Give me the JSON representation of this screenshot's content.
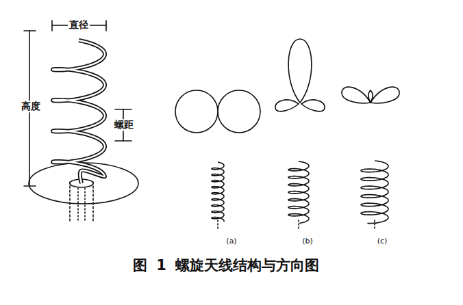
{
  "diagram": {
    "caption": "图 1 螺旋天线结构与方向图",
    "labels": [
      "直径",
      "高度",
      "螺距",
      "(a)",
      "(b)",
      "(c)"
    ]
  }
}
